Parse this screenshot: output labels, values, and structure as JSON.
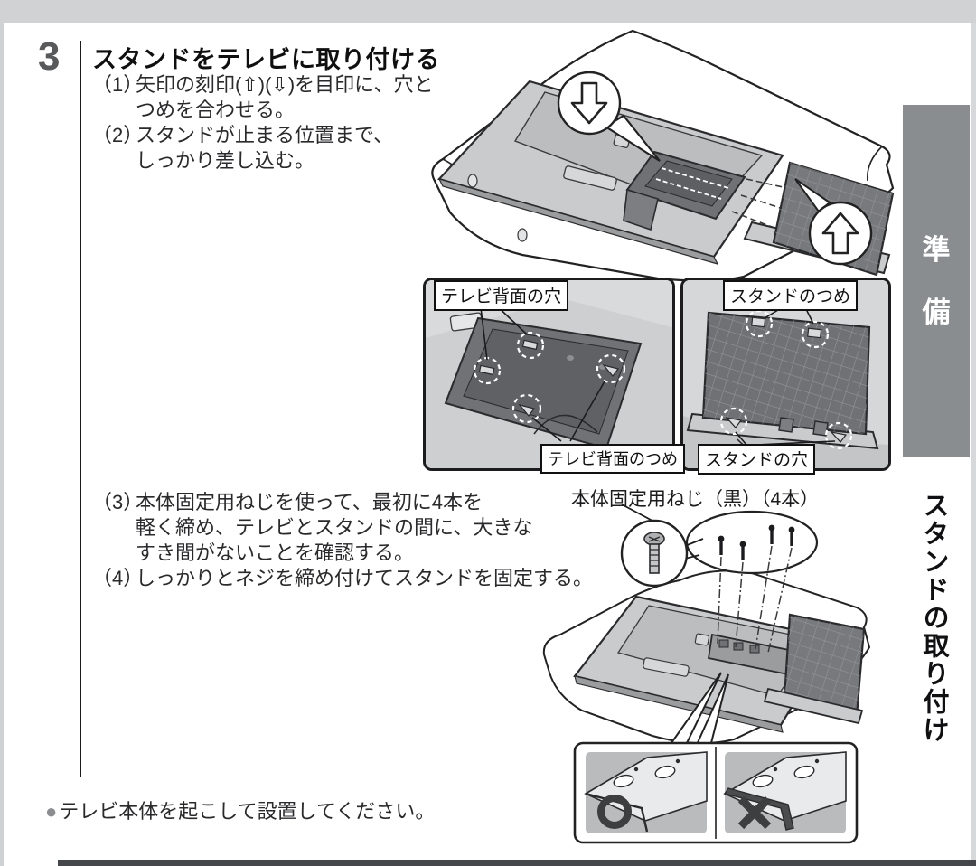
{
  "colors": {
    "frame_gray": "#d0d2d4",
    "tab_gray": "#8a8d90",
    "step_number_gray": "#58595b",
    "tv_body_gray": "#c9cbcd",
    "dark_part_gray": "#6f7174",
    "footer_bar": "#45474a"
  },
  "step": {
    "number": "3",
    "heading": "スタンドをテレビに取り付ける"
  },
  "instructions": {
    "s1_num": "（1）",
    "s1_l1": "矢印の刻印(⇧)(⇩)を目印に、穴と",
    "s1_l2": "つめを合わせる。",
    "s2_num": "（2）",
    "s2_l1": "スタンドが止まる位置まで、",
    "s2_l2": "しっかり差し込む。",
    "s3_num": "（3）",
    "s3_l1": "本体固定用ねじを使って、最初に4本を",
    "s3_l2": "軽く締め、テレビとスタンドの間に、大きな",
    "s3_l3": "すき間がないことを確認する。",
    "s4_num": "（4）",
    "s4_l1": "しっかりとネジを締め付けてスタンドを固定する。"
  },
  "diagram_labels": {
    "tv_back_hole": "テレビ背面の穴",
    "tv_back_tab": "テレビ背面のつめ",
    "stand_tab": "スタンドのつめ",
    "stand_hole": "スタンドの穴",
    "screw_label": "本体固定用ねじ（黒）（4本）"
  },
  "sidebar": {
    "tab_char1": "準",
    "tab_char2": "備",
    "section_title": "スタンドの取り付け"
  },
  "note": {
    "bullet": "●",
    "text": "テレビ本体を起こして設置してください。"
  }
}
